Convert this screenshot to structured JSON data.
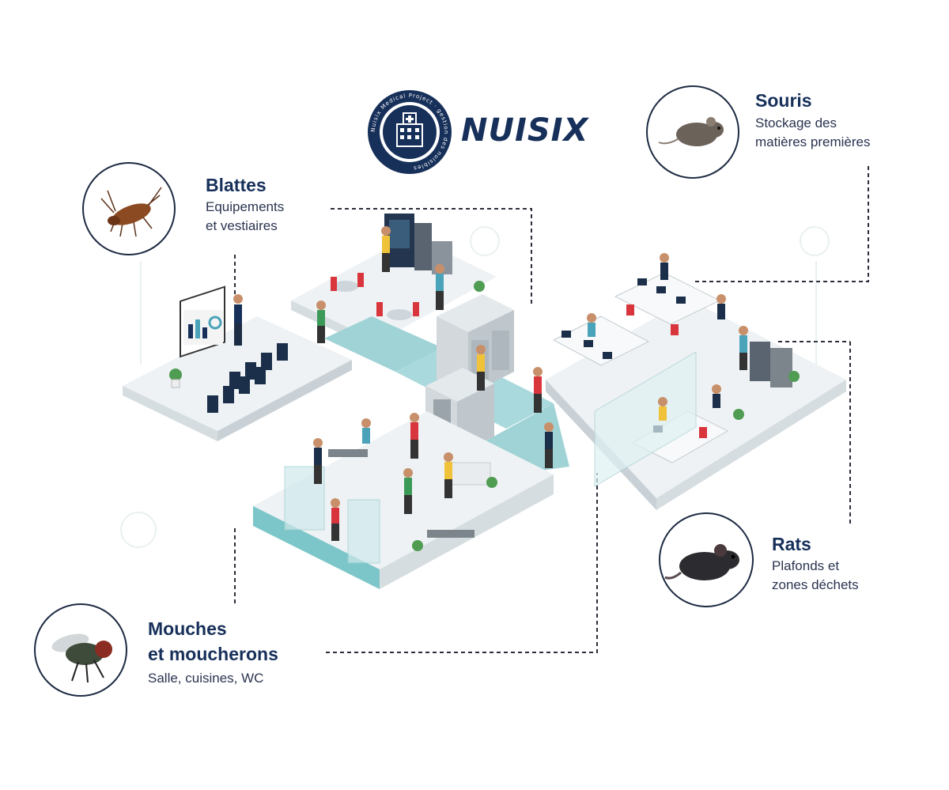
{
  "brand": {
    "name": "NUISIX",
    "seal_text": "Nuisix Medical Project · gestion des nuisibles",
    "color": "#17305a"
  },
  "pests": [
    {
      "id": "souris",
      "title": "Souris",
      "lines": [
        "Stockage des",
        "matières premières"
      ]
    },
    {
      "id": "blattes",
      "title": "Blattes",
      "lines": [
        "Equipements",
        "et vestiaires"
      ]
    },
    {
      "id": "rats",
      "title": "Rats",
      "lines": [
        "Plafonds et",
        "zones déchets"
      ]
    },
    {
      "id": "mouches",
      "title_lines": [
        "Mouches",
        "et moucherons"
      ],
      "lines": [
        "Salle, cuisines, WC"
      ]
    }
  ],
  "colors": {
    "navy": "#17305a",
    "teal_floor": "#9fd3d6",
    "floor": "#f3f6f8",
    "accent_red": "#d9353c",
    "accent_yellow": "#f0c23a"
  },
  "icons": [
    "cockroach-icon",
    "mouse-icon",
    "rat-icon",
    "fly-icon",
    "hospital-icon"
  ]
}
